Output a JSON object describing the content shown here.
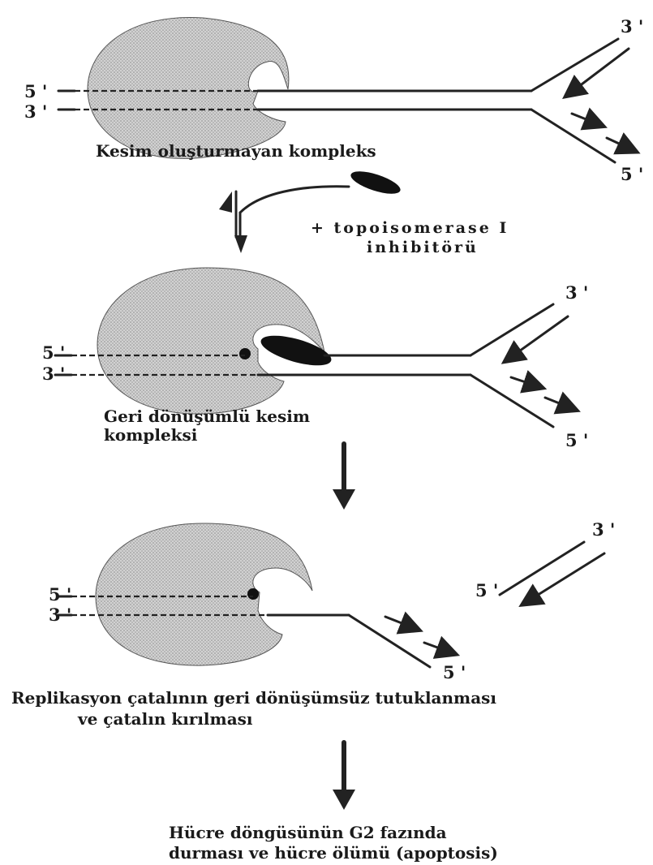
{
  "labels": {
    "five_prime": "5 '",
    "three_prime": "3 '",
    "step1": "Kesim oluşturmayan kompleks",
    "inhibitor_line1": "+ topoisomerase I",
    "inhibitor_line2": "inhibitörü",
    "step2_line1": "Geri dönüşümlü kesim",
    "step2_line2": "kompleksi",
    "step3_line1": "Replikasyon çatalının geri dönüşümsüz tutuklanması",
    "step3_line2": "ve çatalın kırılması",
    "step4_line1": "Hücre döngüsünün G2 fazında",
    "step4_line2": "durması ve hücre ölümü (apoptosis)"
  },
  "colors": {
    "ink": "#222222",
    "enzyme_fill": "#c9c9c9",
    "drug": "#111111"
  }
}
